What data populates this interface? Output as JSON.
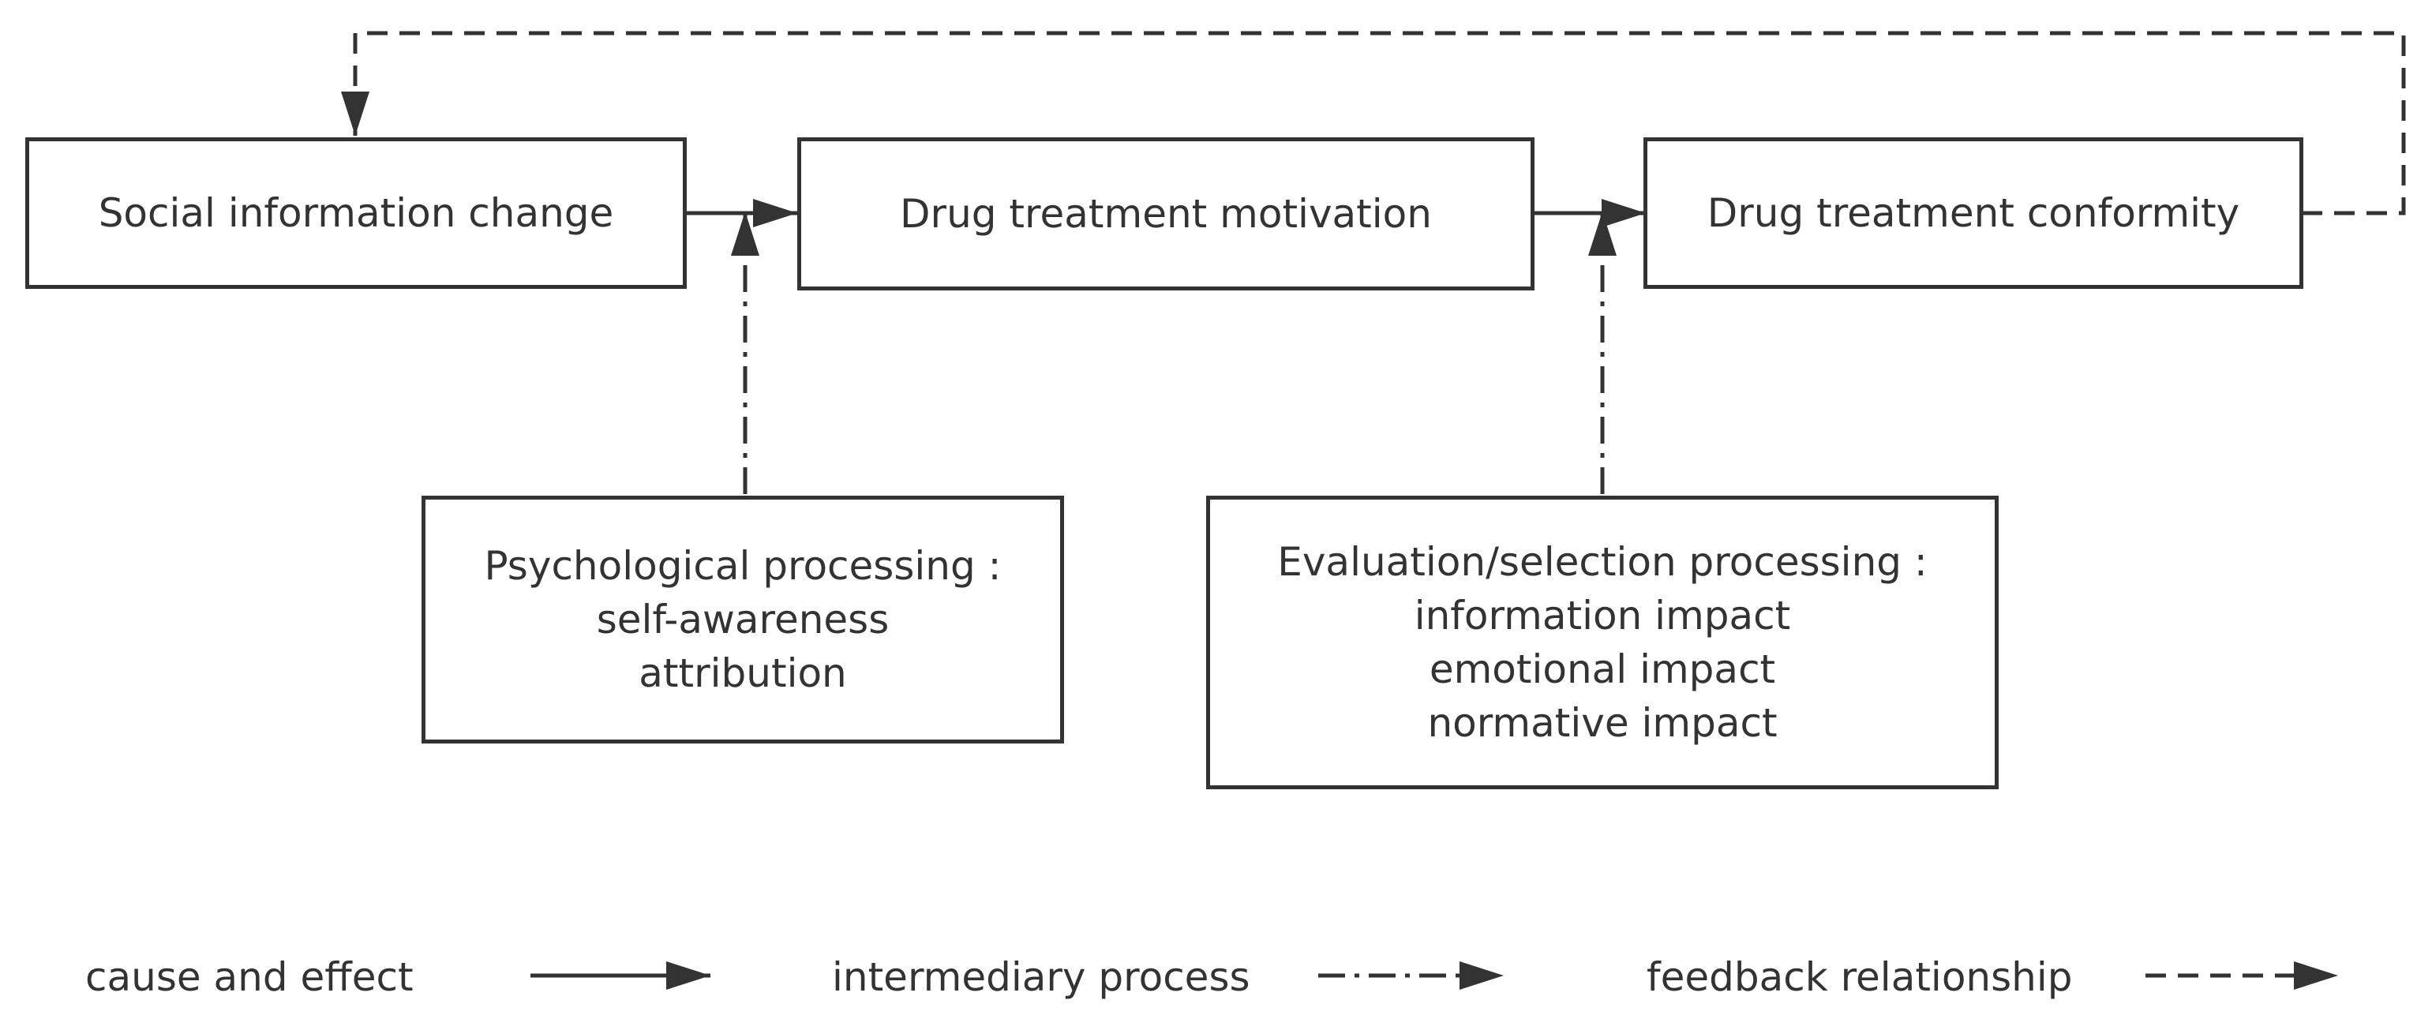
{
  "boxes": {
    "social": {
      "label": "Social information change"
    },
    "motivation": {
      "label": "Drug treatment motivation"
    },
    "conformity": {
      "label": "Drug treatment conformity"
    },
    "psychological": {
      "title": "Psychological processing :",
      "items": [
        "self-awareness",
        "attribution"
      ]
    },
    "evaluation": {
      "title": "Evaluation/selection processing :",
      "items": [
        "information impact",
        "emotional impact",
        "normative impact"
      ]
    }
  },
  "legend": {
    "cause": "cause and effect",
    "intermediary": "intermediary process",
    "feedback": "feedback relationship"
  },
  "colors": {
    "stroke": "#333333",
    "background": "#ffffff"
  }
}
